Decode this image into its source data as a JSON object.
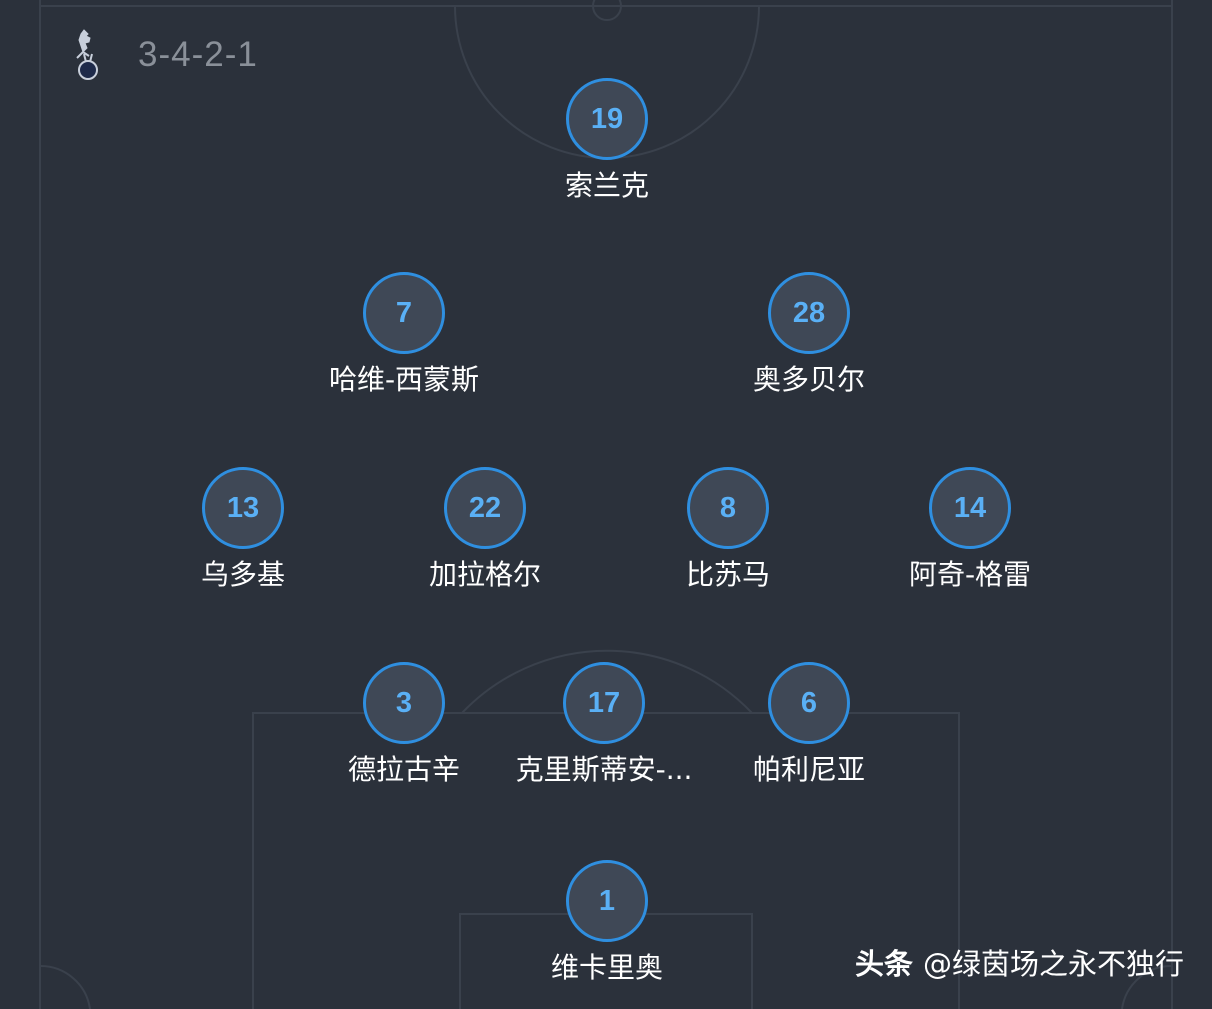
{
  "team": {
    "crest_icon": "tottenham-cockerel-crest-icon",
    "formation": "3-4-2-1"
  },
  "players": [
    {
      "number": "19",
      "name": "索兰克"
    },
    {
      "number": "7",
      "name": "哈维-西蒙斯"
    },
    {
      "number": "28",
      "name": "奥多贝尔"
    },
    {
      "number": "13",
      "name": "乌多基"
    },
    {
      "number": "22",
      "name": "加拉格尔"
    },
    {
      "number": "8",
      "name": "比苏马"
    },
    {
      "number": "14",
      "name": "阿奇-格雷"
    },
    {
      "number": "3",
      "name": "德拉古辛"
    },
    {
      "number": "17",
      "name": "克里斯蒂安-..."
    },
    {
      "number": "6",
      "name": "帕利尼亚"
    },
    {
      "number": "1",
      "name": "维卡里奥"
    }
  ],
  "watermark": {
    "brand": "头条",
    "handle": "@绿茵场之永不独行"
  },
  "colors": {
    "pitch": "#2b313b",
    "badge_border": "#2f8fe0",
    "badge_fill": "#3f4856",
    "number_text": "#5ab0f5",
    "name_text": "#ffffff",
    "formation_text": "#8a9099"
  }
}
